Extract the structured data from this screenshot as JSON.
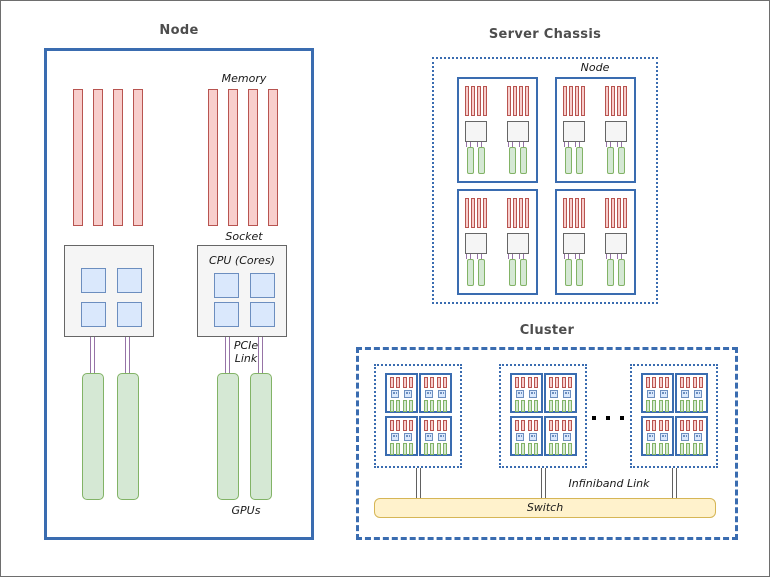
{
  "diagram": {
    "node_panel": {
      "title": "Node",
      "memory_label": "Memory",
      "socket_label": "Socket",
      "cpu_cores_label": "CPU (Cores)",
      "pcie_line1": "PCIe",
      "pcie_line2": "Link",
      "gpus_label": "GPUs"
    },
    "chassis_panel": {
      "title": "Server Chassis",
      "node_label": "Node"
    },
    "cluster_panel": {
      "title": "Cluster",
      "infiniband_label": "Infiniband Link",
      "switch_label": "Switch"
    },
    "structure": {
      "node": {
        "memory_groups": 2,
        "memory_bars_per_group": 4,
        "sockets": 2,
        "cores_per_socket": 4,
        "gpus_per_socket": 2
      },
      "server_chassis": {
        "nodes": 4,
        "columns_per_node": 2,
        "mini_memory_bars_per_group": 4
      },
      "cluster": {
        "chassis_shown": 3,
        "nodes_per_chassis": 4,
        "ellipsis_dots": 3,
        "links_per_chassis": 2
      }
    },
    "colors": {
      "border_blue": "#3a6cb0",
      "memory_fill": "#f8cecc",
      "memory_stroke": "#b85450",
      "gpu_fill": "#d5e8d4",
      "gpu_stroke": "#82b366",
      "core_fill": "#dae8fc",
      "core_stroke": "#6c8ebf",
      "socket_fill": "#f5f5f5",
      "socket_stroke": "#666666",
      "switch_fill": "#fff2cc",
      "switch_stroke": "#d6b656",
      "pcie_link": "#9673a6",
      "infiniband_link": "#616161",
      "title_text": "#4d4d4d"
    }
  }
}
